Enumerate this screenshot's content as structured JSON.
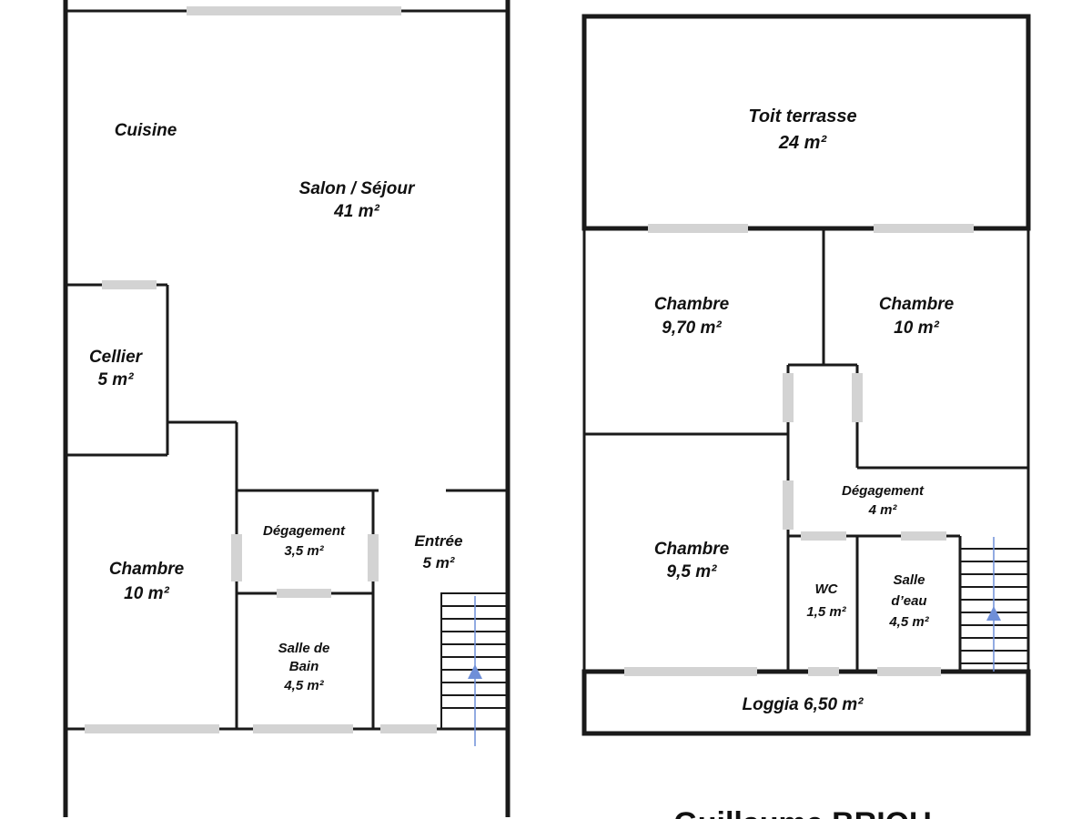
{
  "plans": {
    "ground_floor": {
      "kitchen": "Cuisine",
      "living": {
        "name": "Salon / Séjour",
        "area": "41 m²"
      },
      "storage": {
        "name": "Cellier",
        "area": "5 m²"
      },
      "bedroom": {
        "name": "Chambre",
        "area": "10 m²"
      },
      "hallway": {
        "name": "Dégagement",
        "area": "3,5 m²"
      },
      "bathroom": {
        "line1": "Salle de",
        "line2": "Bain",
        "area": "4,5 m²"
      },
      "entrance": {
        "name": "Entrée",
        "area": "5 m²"
      }
    },
    "upper_floor": {
      "roof_terrace": {
        "name": "Toit terrasse",
        "area": "24 m²"
      },
      "bedroom_1": {
        "name": "Chambre",
        "area": "9,70 m²"
      },
      "bedroom_2": {
        "name": "Chambre",
        "area": "10 m²"
      },
      "bedroom_3": {
        "name": "Chambre",
        "area": "9,5 m²"
      },
      "hallway": {
        "name": "Dégagement",
        "area": "4 m²"
      },
      "wc": {
        "name": "WC",
        "area": "1,5 m²"
      },
      "shower_room": {
        "line1": "Salle",
        "line2": "d’eau",
        "area": "4,5 m²"
      },
      "loggia": "Loggia 6,50 m²"
    }
  },
  "footer": {
    "brand_partial": "Guillaume BRIOU"
  },
  "colors": {
    "wall": "#1a1a1a",
    "window": "#d3d3d3",
    "stair_arrow": "#6f8fd8"
  }
}
